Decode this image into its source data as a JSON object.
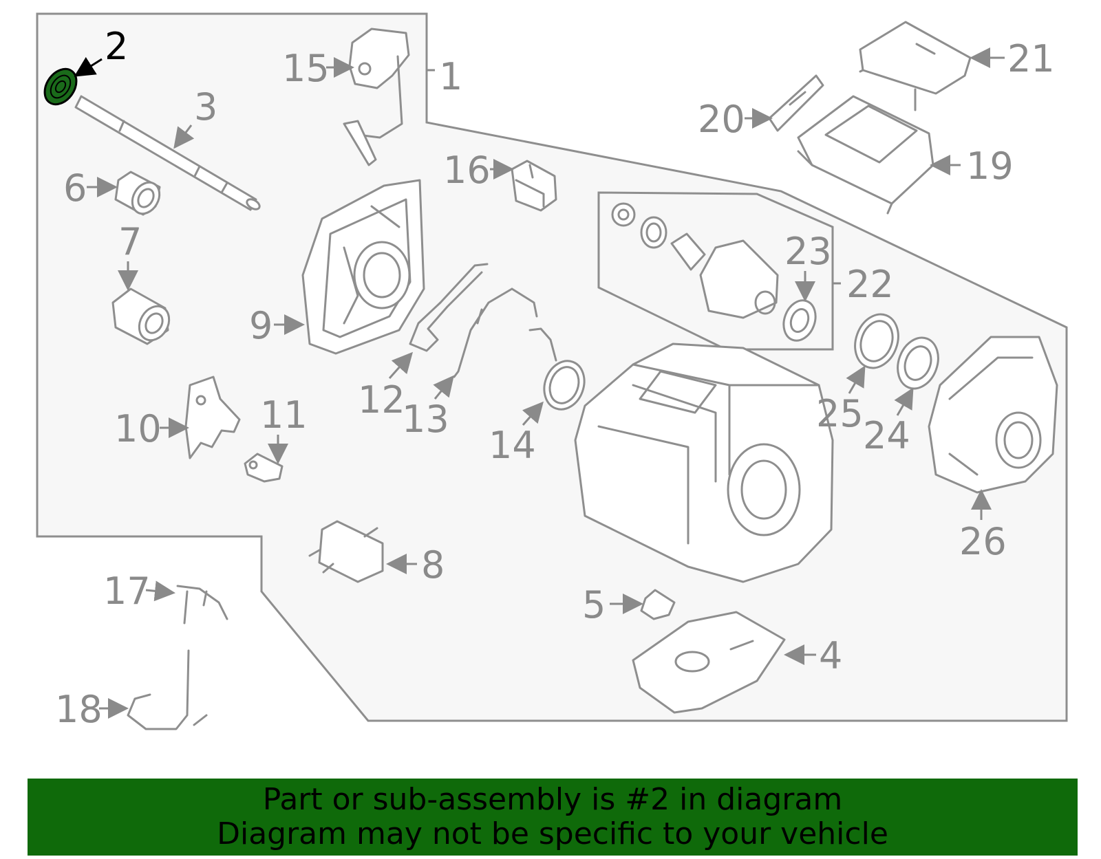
{
  "colors": {
    "banner": "#0f6a0a",
    "highlight_part": "#1a6b1a",
    "line": "#8e8e8e",
    "panel_fill": "#f7f7f7"
  },
  "callouts": {
    "c1": "1",
    "c2": "2",
    "c3": "3",
    "c4": "4",
    "c5": "5",
    "c6": "6",
    "c7": "7",
    "c8": "8",
    "c9": "9",
    "c10": "10",
    "c11": "11",
    "c12": "12",
    "c13": "13",
    "c14": "14",
    "c15": "15",
    "c16": "16",
    "c17": "17",
    "c18": "18",
    "c19": "19",
    "c20": "20",
    "c21": "21",
    "c22": "22",
    "c23": "23",
    "c24": "24",
    "c25": "25",
    "c26": "26"
  },
  "highlighted_part": "2",
  "banner": {
    "line1": "Part or sub-assembly is #2 in diagram",
    "line2": "Diagram may not be specific to your vehicle"
  }
}
